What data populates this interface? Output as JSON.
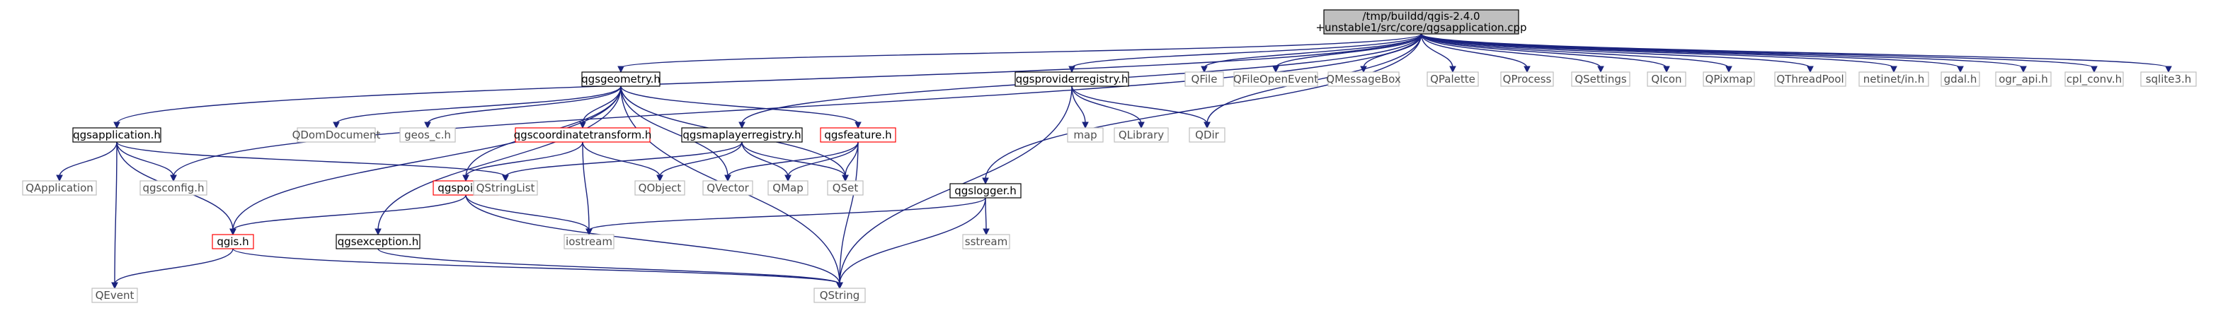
{
  "diagram": {
    "nodes": [
      {
        "id": "root",
        "lines": [
          "/tmp/buildd/qgis-2.4.0",
          "+unstable1/src/core/qgsapplication.cpp"
        ],
        "style": "root"
      },
      {
        "id": "qgsapplication",
        "lines": [
          "qgsapplication.h"
        ],
        "style": "black"
      },
      {
        "id": "qgsgeometry",
        "lines": [
          "qgsgeometry.h"
        ],
        "style": "black"
      },
      {
        "id": "qgsproviderregistry",
        "lines": [
          "qgsproviderregistry.h"
        ],
        "style": "black"
      },
      {
        "id": "qgsmaplayerregistry",
        "lines": [
          "qgsmaplayerregistry.h"
        ],
        "style": "black"
      },
      {
        "id": "qgslogger",
        "lines": [
          "qgslogger.h"
        ],
        "style": "black"
      },
      {
        "id": "qgsexception",
        "lines": [
          "qgsexception.h"
        ],
        "style": "black"
      },
      {
        "id": "qgscoordinatetransform",
        "lines": [
          "qgscoordinatetransform.h"
        ],
        "style": "red"
      },
      {
        "id": "qgsfeature",
        "lines": [
          "qgsfeature.h"
        ],
        "style": "red"
      },
      {
        "id": "qgspoint",
        "lines": [
          "qgspoint.h"
        ],
        "style": "red"
      },
      {
        "id": "qgis",
        "lines": [
          "qgis.h"
        ],
        "style": "red"
      },
      {
        "id": "QFile",
        "lines": [
          "QFile"
        ],
        "style": "gray"
      },
      {
        "id": "QFileOpenEvent",
        "lines": [
          "QFileOpenEvent"
        ],
        "style": "gray"
      },
      {
        "id": "QMessageBox",
        "lines": [
          "QMessageBox"
        ],
        "style": "gray"
      },
      {
        "id": "QPalette",
        "lines": [
          "QPalette"
        ],
        "style": "gray"
      },
      {
        "id": "QProcess",
        "lines": [
          "QProcess"
        ],
        "style": "gray"
      },
      {
        "id": "QSettings",
        "lines": [
          "QSettings"
        ],
        "style": "gray"
      },
      {
        "id": "QIcon",
        "lines": [
          "QIcon"
        ],
        "style": "gray"
      },
      {
        "id": "QPixmap",
        "lines": [
          "QPixmap"
        ],
        "style": "gray"
      },
      {
        "id": "QThreadPool",
        "lines": [
          "QThreadPool"
        ],
        "style": "gray"
      },
      {
        "id": "netinet",
        "lines": [
          "netinet/in.h"
        ],
        "style": "gray"
      },
      {
        "id": "gdal",
        "lines": [
          "gdal.h"
        ],
        "style": "gray"
      },
      {
        "id": "ogr_api",
        "lines": [
          "ogr_api.h"
        ],
        "style": "gray"
      },
      {
        "id": "cpl_conv",
        "lines": [
          "cpl_conv.h"
        ],
        "style": "gray"
      },
      {
        "id": "sqlite3",
        "lines": [
          "sqlite3.h"
        ],
        "style": "gray"
      },
      {
        "id": "QDomDocument",
        "lines": [
          "QDomDocument"
        ],
        "style": "gray"
      },
      {
        "id": "geos_c",
        "lines": [
          "geos_c.h"
        ],
        "style": "gray"
      },
      {
        "id": "map",
        "lines": [
          "map"
        ],
        "style": "gray"
      },
      {
        "id": "QLibrary",
        "lines": [
          "QLibrary"
        ],
        "style": "gray"
      },
      {
        "id": "QDir",
        "lines": [
          "QDir"
        ],
        "style": "gray"
      },
      {
        "id": "QApplication",
        "lines": [
          "QApplication"
        ],
        "style": "gray"
      },
      {
        "id": "qgsconfig",
        "lines": [
          "qgsconfig.h"
        ],
        "style": "gray"
      },
      {
        "id": "QStringList",
        "lines": [
          "QStringList"
        ],
        "style": "gray"
      },
      {
        "id": "QObject",
        "lines": [
          "QObject"
        ],
        "style": "gray"
      },
      {
        "id": "QVector",
        "lines": [
          "QVector"
        ],
        "style": "gray"
      },
      {
        "id": "QMap",
        "lines": [
          "QMap"
        ],
        "style": "gray"
      },
      {
        "id": "QSet",
        "lines": [
          "QSet"
        ],
        "style": "gray"
      },
      {
        "id": "iostream",
        "lines": [
          "iostream"
        ],
        "style": "gray"
      },
      {
        "id": "sstream",
        "lines": [
          "sstream"
        ],
        "style": "gray"
      },
      {
        "id": "QEvent",
        "lines": [
          "QEvent"
        ],
        "style": "gray"
      },
      {
        "id": "QString",
        "lines": [
          "QString"
        ],
        "style": "gray"
      }
    ],
    "edges": [
      [
        "root",
        "qgsapplication"
      ],
      [
        "root",
        "qgsconfig"
      ],
      [
        "root",
        "qgsgeometry"
      ],
      [
        "root",
        "qgsmaplayerregistry"
      ],
      [
        "root",
        "qgsproviderregistry"
      ],
      [
        "root",
        "qgslogger"
      ],
      [
        "root",
        "QDir"
      ],
      [
        "root",
        "QFile"
      ],
      [
        "root",
        "QFileOpenEvent"
      ],
      [
        "root",
        "QMessageBox"
      ],
      [
        "root",
        "QPalette"
      ],
      [
        "root",
        "QProcess"
      ],
      [
        "root",
        "QSettings"
      ],
      [
        "root",
        "QIcon"
      ],
      [
        "root",
        "QPixmap"
      ],
      [
        "root",
        "QThreadPool"
      ],
      [
        "root",
        "netinet"
      ],
      [
        "root",
        "gdal"
      ],
      [
        "root",
        "ogr_api"
      ],
      [
        "root",
        "cpl_conv"
      ],
      [
        "root",
        "sqlite3"
      ],
      [
        "qgsapplication",
        "QApplication"
      ],
      [
        "qgsapplication",
        "qgsconfig"
      ],
      [
        "qgsapplication",
        "qgis"
      ],
      [
        "qgsapplication",
        "QEvent"
      ],
      [
        "qgsapplication",
        "QStringList"
      ],
      [
        "qgsgeometry",
        "qgis"
      ],
      [
        "qgsgeometry",
        "QDomDocument"
      ],
      [
        "qgsgeometry",
        "geos_c"
      ],
      [
        "qgsgeometry",
        "qgscoordinatetransform"
      ],
      [
        "qgsgeometry",
        "qgspoint"
      ],
      [
        "qgsgeometry",
        "qgsexception"
      ],
      [
        "qgsgeometry",
        "QVector"
      ],
      [
        "qgsgeometry",
        "qgsfeature"
      ],
      [
        "qgsgeometry",
        "QSet"
      ],
      [
        "qgsgeometry",
        "QString"
      ],
      [
        "qgscoordinatetransform",
        "qgspoint"
      ],
      [
        "qgscoordinatetransform",
        "QObject"
      ],
      [
        "qgscoordinatetransform",
        "iostream"
      ],
      [
        "qgsmaplayerregistry",
        "QStringList"
      ],
      [
        "qgsmaplayerregistry",
        "QObject"
      ],
      [
        "qgsmaplayerregistry",
        "QMap"
      ],
      [
        "qgsmaplayerregistry",
        "QSet"
      ],
      [
        "qgsfeature",
        "QVector"
      ],
      [
        "qgsfeature",
        "QMap"
      ],
      [
        "qgsfeature",
        "QSet"
      ],
      [
        "qgsfeature",
        "QString"
      ],
      [
        "qgsproviderregistry",
        "map"
      ],
      [
        "qgsproviderregistry",
        "QLibrary"
      ],
      [
        "qgsproviderregistry",
        "QDir"
      ],
      [
        "qgsproviderregistry",
        "QString"
      ],
      [
        "qgspoint",
        "qgis"
      ],
      [
        "qgspoint",
        "iostream"
      ],
      [
        "qgspoint",
        "QString"
      ],
      [
        "qgis",
        "QEvent"
      ],
      [
        "qgis",
        "QString"
      ],
      [
        "qgsexception",
        "QString"
      ],
      [
        "qgslogger",
        "iostream"
      ],
      [
        "qgslogger",
        "sstream"
      ],
      [
        "qgslogger",
        "QString"
      ]
    ]
  }
}
